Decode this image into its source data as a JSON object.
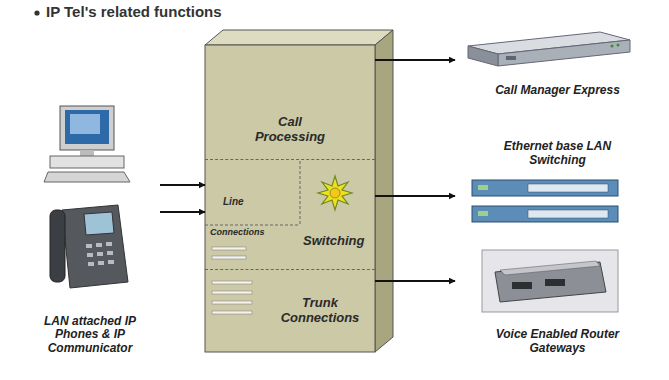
{
  "diagram": {
    "title": "IP Tel's related functions",
    "nodes": [
      {
        "text": [
          "LAN attached IP Phones & IP Communicator"
        ]
      },
      {
        "text": [
          "Call Processing"
        ]
      },
      {
        "text": [
          "Line",
          "Connections",
          "Switching"
        ]
      },
      {
        "text": [
          "Trunk Connections"
        ]
      },
      {
        "text": [
          "Call Manager Express"
        ]
      },
      {
        "text": [
          "Ethernet base LAN Switching"
        ]
      },
      {
        "text": [
          "Voice Enabled Router Gateways"
        ]
      }
    ],
    "edges": [
      {
        "from": 0,
        "to": 2,
        "arrow": "to"
      },
      {
        "from": 0,
        "to": 2,
        "arrow": "to"
      },
      {
        "from": 1,
        "to": 4,
        "arrow": "to"
      },
      {
        "from": 2,
        "to": 5,
        "arrow": "to"
      },
      {
        "from": 3,
        "to": 6,
        "arrow": "to"
      }
    ]
  }
}
